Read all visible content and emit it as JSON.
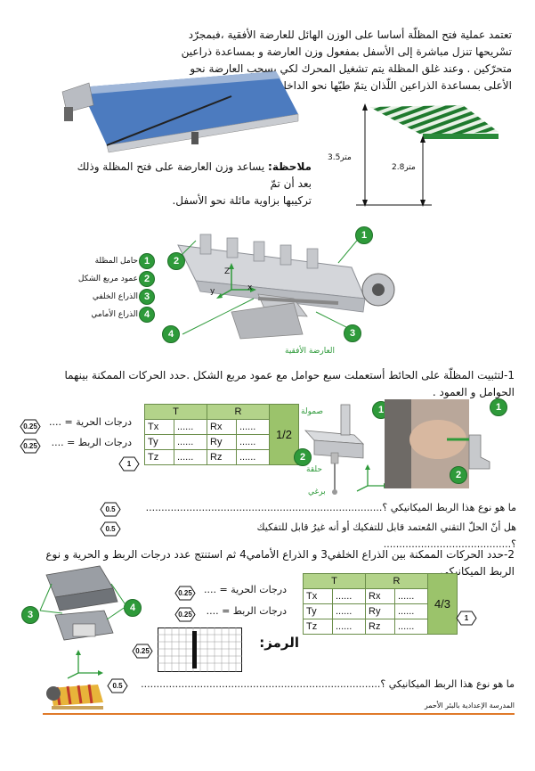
{
  "intro": {
    "line1": "تعتمد عملية فتح المظلّة أساسا على الوزن الهائل للعارضة الأفقية ،فبمجرّد",
    "line2": "تسْريحها تنزل مباشرة إلى الأسفل بمفعول وزن العارضة و بمساعدة ذراعين",
    "line3": "متحرّكين . وعند غلق المظلة يتم تشغيل المحرك لكي يسحب العارضة نحو",
    "line4": "الأعلى بمساعدة الذراعين اللّذان يتمّ طيّها نحو الداخل."
  },
  "note": {
    "title": "ملاحظة:",
    "line1": " يساعد وزن العارضة على فتح المظلة وذلك بعد أن تمّ",
    "line2": "تركيبها بزاوية مائلة نحو الأسفل."
  },
  "dimensions": {
    "h1": "3.5متر",
    "h2": "2.8متر"
  },
  "legend": [
    {
      "num": "1",
      "label": "حامل المظلة"
    },
    {
      "num": "2",
      "label": "عمود مربع الشكل"
    },
    {
      "num": "3",
      "label": "الذراع الخلفي"
    },
    {
      "num": "4",
      "label": "الذراع الأمامي"
    }
  ],
  "figure_main": {
    "caption": "العارضة الأفقية",
    "axes": {
      "z": "Z",
      "y": "y",
      "x": "x"
    }
  },
  "q1": {
    "line1": "1-لتثبيت المظلّة على الحائط أستعملت سبع حوامل مع عمود مربع الشكل .حدد الحركات الممكنة بينهما",
    "line2": "الحوامل و العمود .",
    "freedom": "درجات الحرية = ....",
    "link": "درجات الربط = ....",
    "fraction": "1/2",
    "table": {
      "headers": [
        "T",
        "R"
      ],
      "rows": [
        [
          "Tx",
          "......",
          "Rx",
          "......"
        ],
        [
          "Ty",
          "......",
          "Ry",
          "......"
        ],
        [
          "Tz",
          "......",
          "Rz",
          "......"
        ]
      ]
    },
    "fig_labels": {
      "screw": "صمولة",
      "ring": "حلقة",
      "bolt": "برغي"
    },
    "ask_type": "ما هو نوع هذا الربط الميكانيكي ؟............................................................................",
    "ask_removable": "هل أنّ الحلّ التقني المُعتمد قابل للتفكيك أو أنه غيرُ قابل للتفكيك ؟.........................................",
    "scores": {
      "freedom": "0.25",
      "link": "0.25",
      "table": "1",
      "type": "0.5",
      "removable": "0.5"
    }
  },
  "q2": {
    "line1": "2-حدد الحركات الممكنة بين الذراع الخلفي3 و الذراع الأمامي4 ثم استنتج عدد درجات الربط و الحرية و نوع",
    "line2": "الربط الميكانيكي.",
    "freedom": "درجات الحرية = ....",
    "link": "درجات الربط = ....",
    "fraction": "4/3",
    "symbol_label": "الرمز:",
    "table": {
      "headers": [
        "T",
        "R"
      ],
      "rows": [
        [
          "Tx",
          "......",
          "Rx",
          "......"
        ],
        [
          "Ty",
          "......",
          "Ry",
          "......"
        ],
        [
          "Tz",
          "......",
          "Rz",
          "......"
        ]
      ]
    },
    "ask_type": "ما هو نوع هذا الربط الميكانيكي ؟.............................................................................",
    "scores": {
      "freedom": "0.25",
      "link": "0.25",
      "table": "1",
      "symbol": "0.25",
      "type": "0.5"
    }
  },
  "footer": {
    "school": "المدرسة الإعدادية بالبئر الأحمر"
  },
  "colors": {
    "green": "#2e9a3a",
    "table_header": "#b3d38a",
    "frac_cell": "#9bc36b",
    "footer_line": "#e07a2a"
  }
}
